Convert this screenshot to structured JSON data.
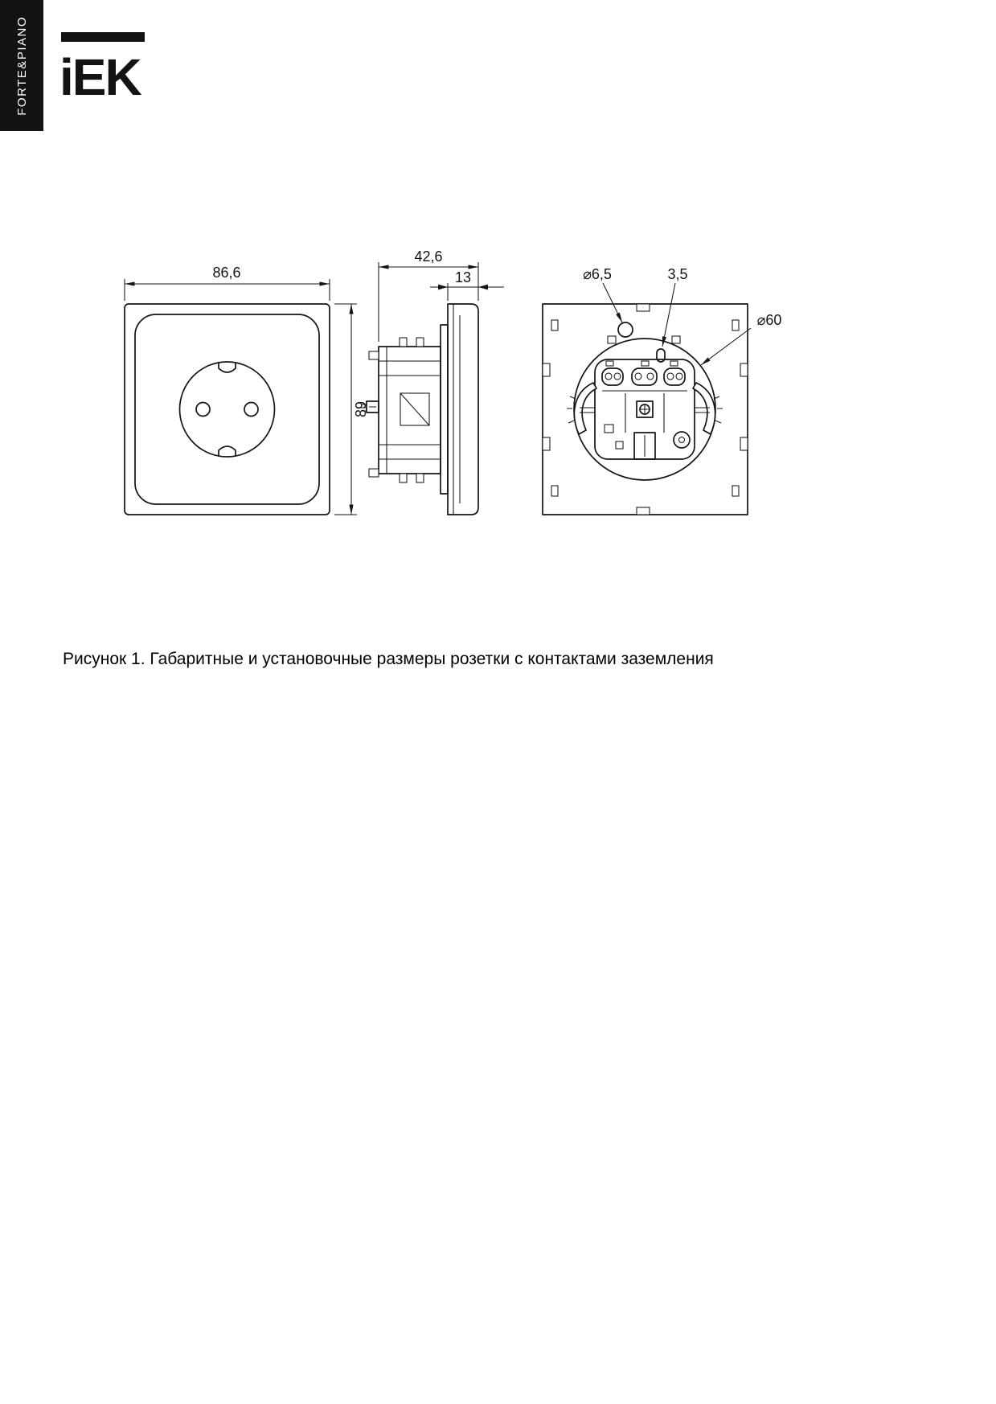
{
  "sidebar": {
    "series_label": "FORTE&PIANO"
  },
  "logo": {
    "text": "iEK"
  },
  "figure": {
    "caption": "Рисунок 1. Габаритные и установочные размеры розетки с контактами заземления",
    "views": {
      "front": {
        "width": "86,6",
        "height": "89"
      },
      "side": {
        "depth": "42,6",
        "plate_thickness": "13"
      },
      "back": {
        "claw_hole_diameter": "⌀6,5",
        "screw_size": "3,5",
        "mount_diameter": "⌀60"
      }
    }
  },
  "colors": {
    "ink": "#131313",
    "paper": "#ffffff"
  }
}
